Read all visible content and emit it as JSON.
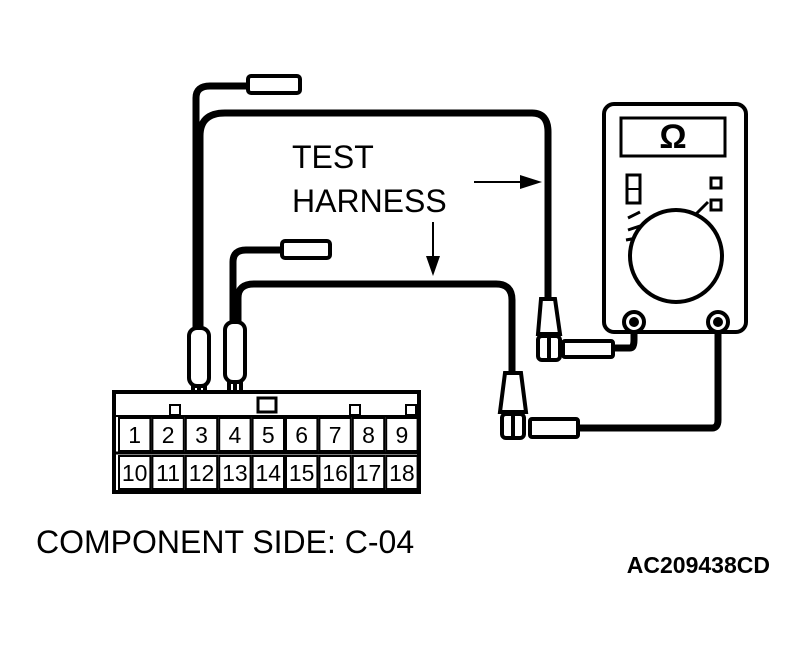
{
  "diagram": {
    "meter_symbol": "Ω",
    "label_line1": "TEST",
    "label_line2": "HARNESS",
    "caption": "COMPONENT SIDE: C-04",
    "figure_code": "AC209438CD",
    "pins_top": [
      "1",
      "2",
      "3",
      "4",
      "5",
      "6",
      "7",
      "8",
      "9"
    ],
    "pins_bottom": [
      "10",
      "11",
      "12",
      "13",
      "14",
      "15",
      "16",
      "17",
      "18"
    ]
  }
}
